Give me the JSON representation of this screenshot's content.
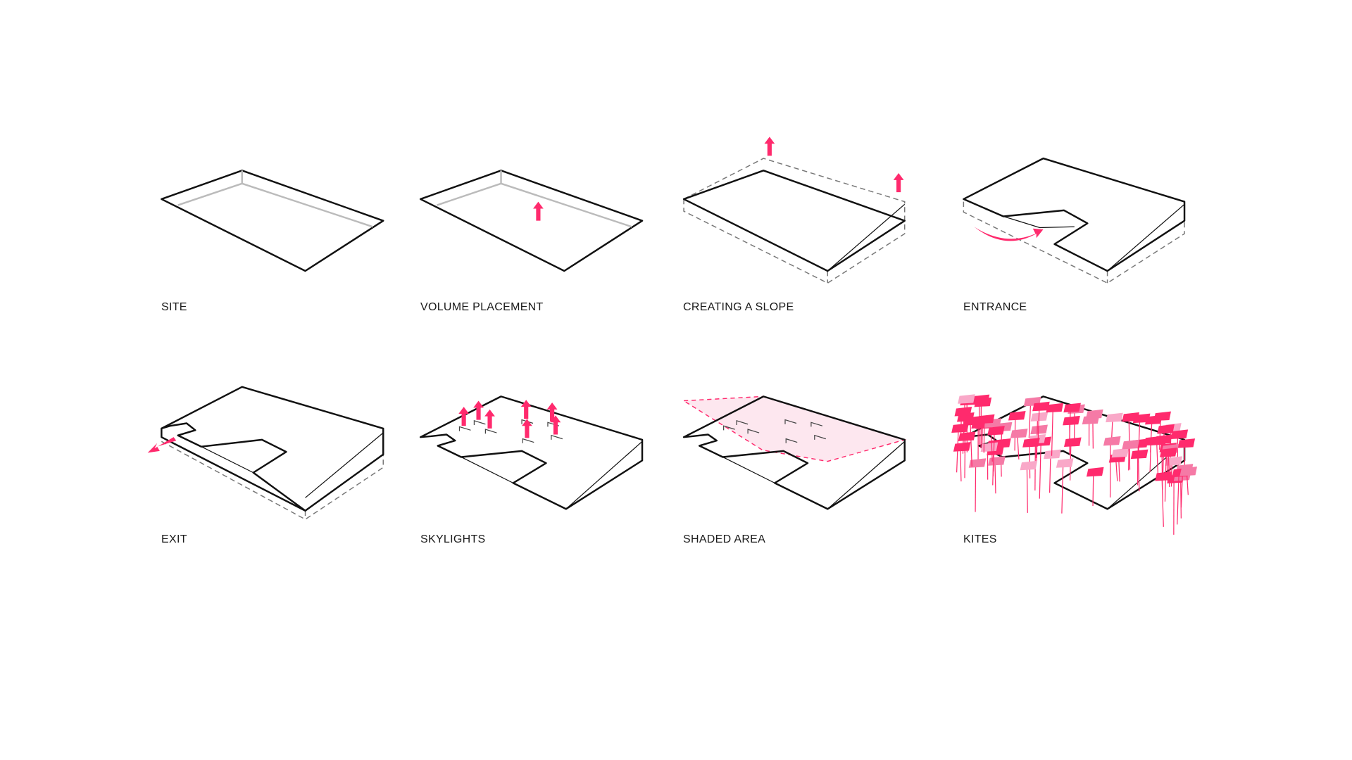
{
  "labels": [
    "SITE",
    "VOLUME PLACEMENT",
    "CREATING A SLOPE",
    "ENTRANCE",
    "EXIT",
    "SKYLIGHTS",
    "SHADED AREA",
    "KITES"
  ],
  "colors": {
    "accent": "#ff2a6d",
    "accent_light": "#f9a8c8",
    "line": "#111111"
  }
}
